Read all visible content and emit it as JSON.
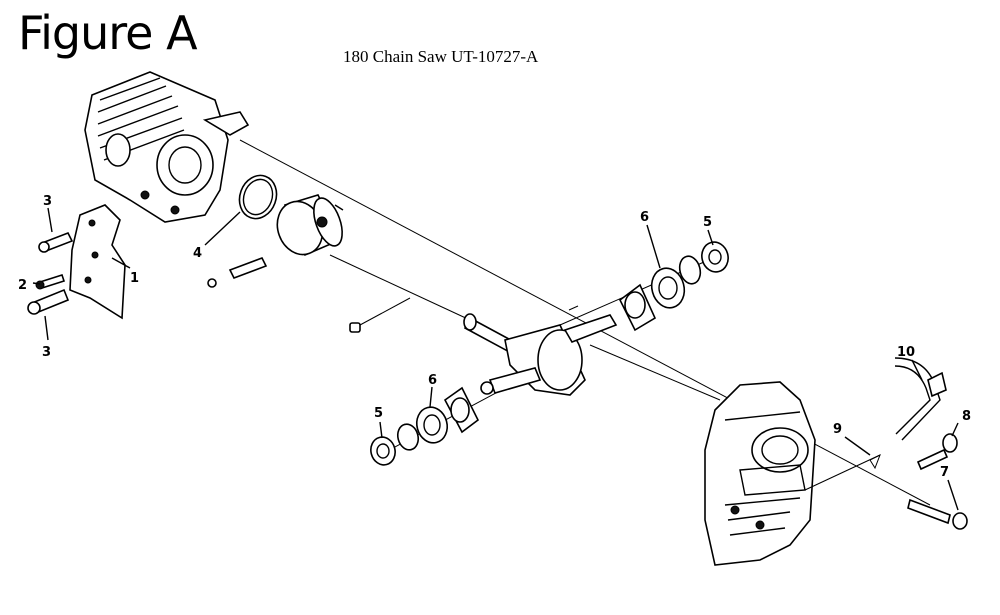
{
  "figure_label": "Figure A",
  "title": "180 Chain Saw UT-10727-A",
  "callouts": {
    "c1": "1",
    "c2": "2",
    "c3a": "3",
    "c3b": "3",
    "c4": "4",
    "c5a": "5",
    "c5b": "5",
    "c6a": "6",
    "c6b": "6",
    "c7": "7",
    "c8": "8",
    "c9": "9",
    "c10": "10"
  }
}
